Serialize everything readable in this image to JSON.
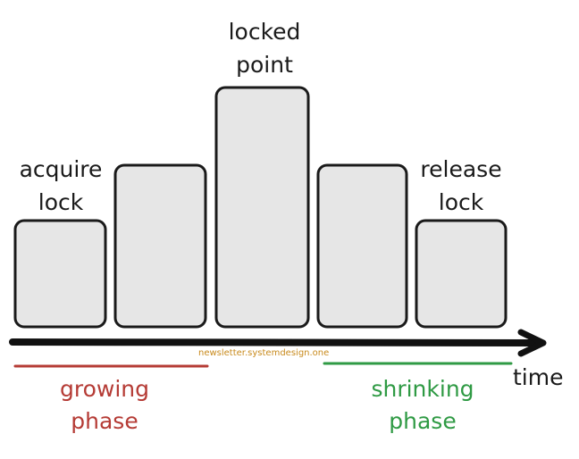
{
  "labels": {
    "acquire": "acquire\nlock",
    "locked": "locked\npoint",
    "release": "release\nlock"
  },
  "phases": {
    "growing": "growing\nphase",
    "shrinking": "shrinking\nphase"
  },
  "axis": {
    "time": "time"
  },
  "watermark": "newsletter.systemdesign.one",
  "colors": {
    "growing": "#b53b35",
    "shrinking": "#2f9a44",
    "bar_fill": "#e6e6e6",
    "stroke": "#1a1a1a"
  }
}
